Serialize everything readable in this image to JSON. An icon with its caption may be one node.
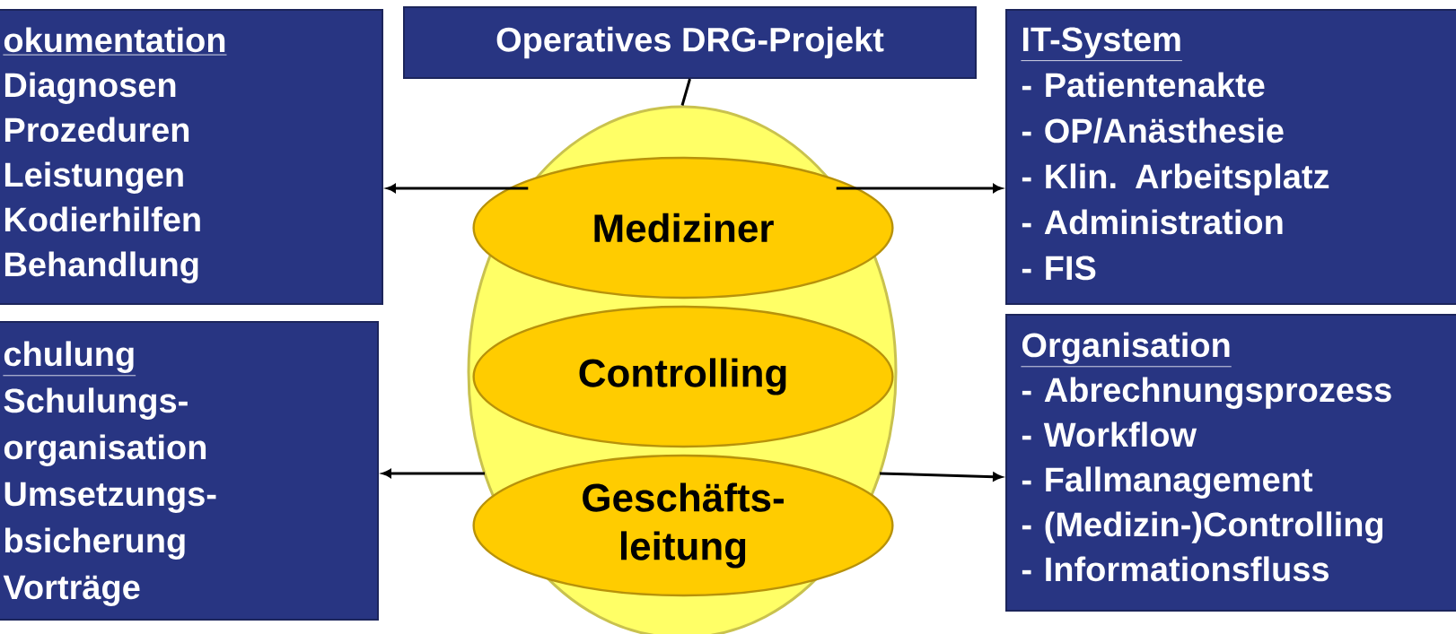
{
  "diagram": {
    "nodes": [
      {
        "text": [
          "okumentation",
          "Diagnosen",
          "Prozeduren",
          "Leistungen",
          "Kodierhilfen",
          "Behandlung"
        ]
      },
      {
        "text": [
          "Operatives DRG-Projekt"
        ]
      },
      {
        "text": [
          "IT-System",
          "- Patientenakte",
          "- OP/Anästhesie",
          "- Klin. Arbeitsplatz",
          "- Administration",
          "- FIS"
        ]
      },
      {
        "text": [],
        "shape": "ellipse"
      },
      {
        "text": [
          "Mediziner"
        ],
        "in": 3
      },
      {
        "text": [
          "Controlling"
        ],
        "in": 3
      },
      {
        "text": [
          "Geschäfts- leitung"
        ],
        "in": 3
      },
      {
        "text": [
          "chulung",
          "Schulungs- organisation",
          "Umsetzungs- bsicherung",
          "Vorträge"
        ]
      },
      {
        "text": [
          "Organisation",
          "- Abrechnungsprozess",
          "- Workflow",
          "- Fallmanagement",
          "- (Medizin-)Controlling",
          "- Informationsfluss"
        ]
      }
    ],
    "edges": [
      {
        "from": 1,
        "to": 3,
        "arrow": "none"
      },
      {
        "from": 3,
        "to": 0,
        "arrow": "to"
      },
      {
        "from": 3,
        "to": 2,
        "arrow": "to"
      },
      {
        "from": 3,
        "to": 7,
        "arrow": "to"
      },
      {
        "from": 3,
        "to": 8,
        "arrow": "to"
      }
    ]
  }
}
